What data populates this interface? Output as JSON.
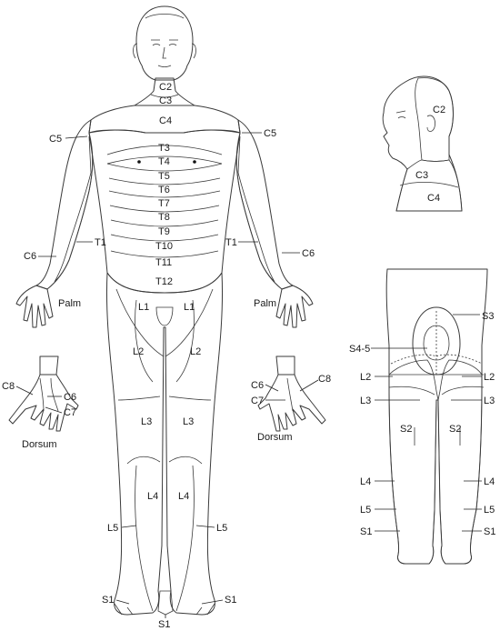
{
  "colors": {
    "cervical": "#e6edd7",
    "thoracic": "#d4def3",
    "lumbar": "#f0dbe8",
    "sacral": "#d8d1ea",
    "skin": "#ffffff",
    "line": "#3a3a3a"
  },
  "front": {
    "head_labels": {
      "c2": "C2",
      "c3": "C3",
      "c4": "C4"
    },
    "shoulder_labels": {
      "c5_left": "C5",
      "c5_right": "C5"
    },
    "thoracic_labels": [
      "T3",
      "T4",
      "T5",
      "T6",
      "T7",
      "T8",
      "T9",
      "T10",
      "T11",
      "T12"
    ],
    "arm_labels": {
      "t1_left": "T1",
      "t1_right": "T1",
      "c6_left": "C6",
      "c6_right": "C6"
    },
    "palm_left": "Palm",
    "palm_right": "Palm",
    "leg_labels": {
      "l1_left": "L1",
      "l1_right": "L1",
      "l2_left": "L2",
      "l2_right": "L2",
      "l3_left": "L3",
      "l3_right": "L3",
      "l4_left": "L4",
      "l4_right": "L4",
      "l5_left": "L5",
      "l5_right": "L5",
      "s1_left": "S1",
      "s1_right": "S1",
      "s1_center": "S1"
    }
  },
  "dorsum_left": {
    "c8": "C8",
    "c6": "C6",
    "c7": "C7",
    "caption": "Dorsum"
  },
  "dorsum_right": {
    "c6": "C6",
    "c8": "C8",
    "c7": "C7",
    "caption": "Dorsum"
  },
  "head_profile": {
    "c2": "C2",
    "c3": "C3",
    "c4": "C4"
  },
  "back_legs": {
    "s3": "S3",
    "s45": "S4-5",
    "l2_left": "L2",
    "l2_right": "L2",
    "l3_left": "L3",
    "l3_right": "L3",
    "s2_left": "S2",
    "s2_right": "S2",
    "l4_left": "L4",
    "l4_right": "L4",
    "l5_left": "L5",
    "l5_right": "L5",
    "s1_left": "S1",
    "s1_right": "S1"
  }
}
